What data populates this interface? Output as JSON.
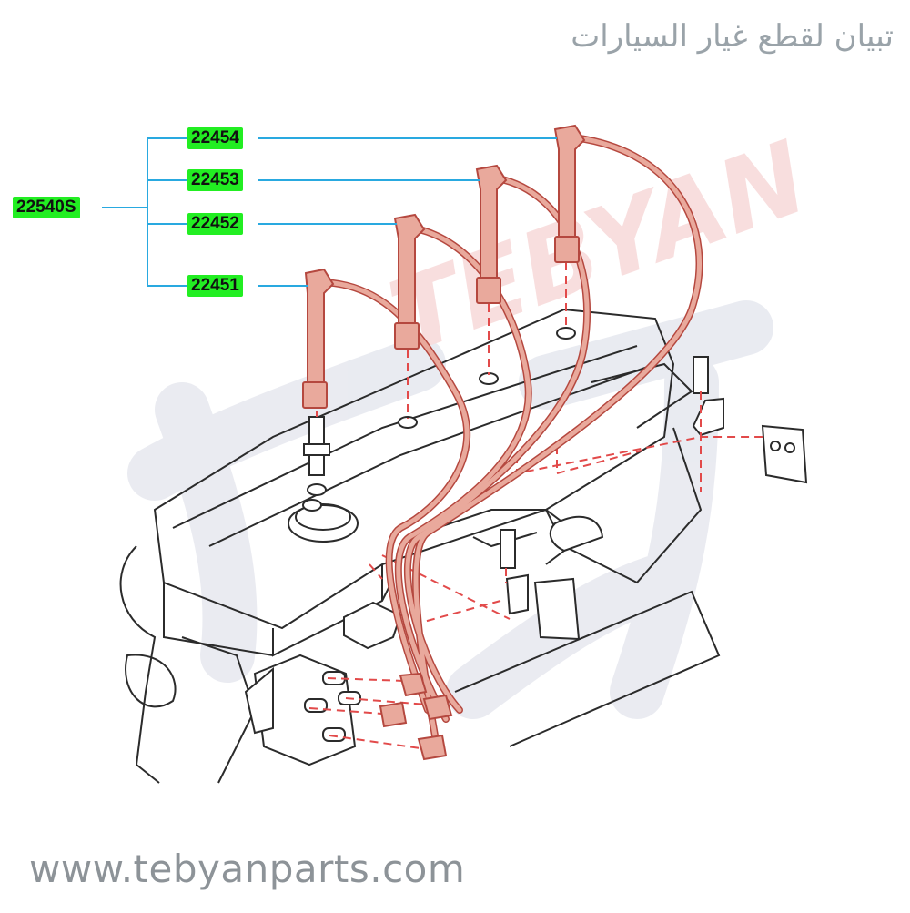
{
  "brand_arabic": "تبيان لقطع غيار السيارات",
  "website": "www.tebyanparts.com",
  "watermark_text": "TEBYAN",
  "assembly": {
    "part_number": "22540S"
  },
  "parts": [
    {
      "part_number": "22454"
    },
    {
      "part_number": "22453"
    },
    {
      "part_number": "22452"
    },
    {
      "part_number": "22451"
    }
  ],
  "colors": {
    "callout_fill": "#22ee22",
    "leader_line": "#29a9e0",
    "wire": "#e9a99c",
    "wire_outline": "#b5483f",
    "dashed_guide": "#e24a4a",
    "engine_line": "#2b2b2b",
    "watermark": "#d8dbe6"
  }
}
